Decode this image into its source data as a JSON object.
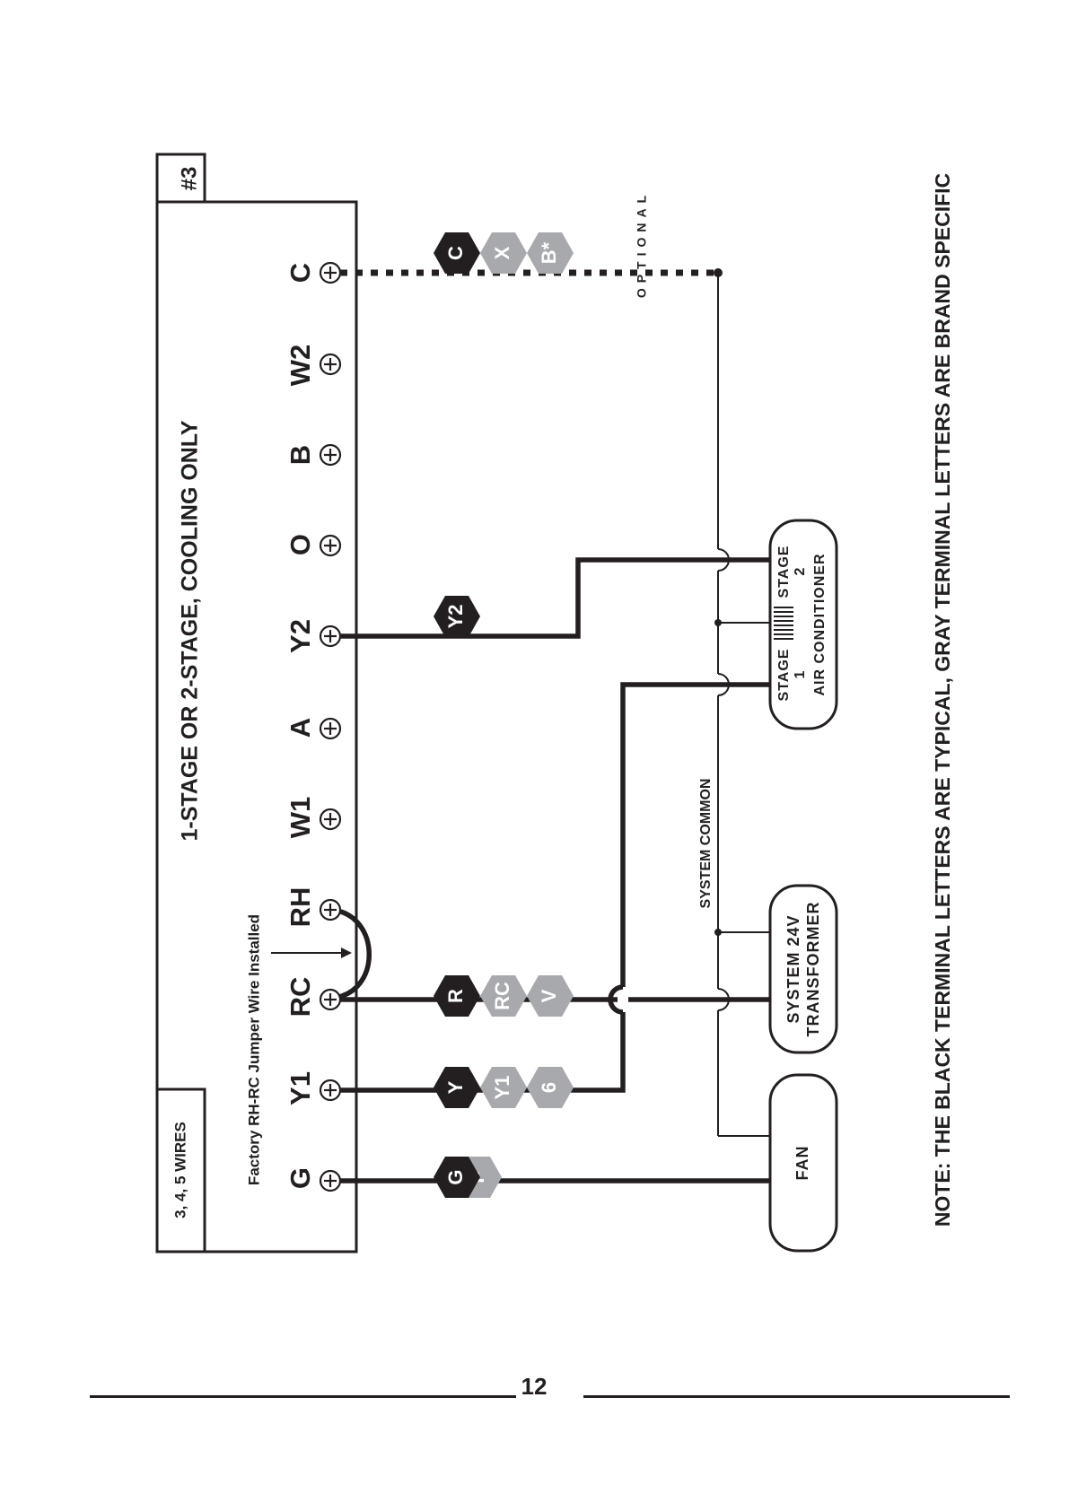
{
  "diagram": {
    "number": "#3",
    "title": "1-STAGE OR 2-STAGE, COOLING ONLY",
    "wire_count": "3, 4, 5 WIRES",
    "jumper_note": "Factory RH-RC Jumper Wire Installed",
    "terminals": [
      {
        "id": "G",
        "label": "G"
      },
      {
        "id": "Y1",
        "label": "Y1"
      },
      {
        "id": "RC",
        "label": "RC"
      },
      {
        "id": "RH",
        "label": "RH"
      },
      {
        "id": "W1",
        "label": "W1"
      },
      {
        "id": "A",
        "label": "A"
      },
      {
        "id": "Y2",
        "label": "Y2"
      },
      {
        "id": "O",
        "label": "O"
      },
      {
        "id": "B",
        "label": "B"
      },
      {
        "id": "W2",
        "label": "W2"
      },
      {
        "id": "C",
        "label": "C"
      }
    ],
    "wire_badges": {
      "G": {
        "black": "G",
        "gray": [
          "F"
        ]
      },
      "Y1": {
        "black": "Y",
        "gray": [
          "Y1",
          "6"
        ]
      },
      "RC": {
        "black": "R",
        "gray": [
          "RC",
          "V"
        ]
      },
      "Y2": {
        "black": "Y2",
        "gray": []
      },
      "C": {
        "black": "C",
        "gray": [
          "X",
          "B*"
        ]
      }
    },
    "optional_label": "OPTIONAL",
    "system_common_label": "SYSTEM COMMON",
    "equipment": {
      "fan": "FAN",
      "transformer_line1": "SYSTEM 24V",
      "transformer_line2": "TRANSFORMER",
      "ac_stage1_line1": "STAGE",
      "ac_stage1_line2": "1",
      "ac_stage2_line1": "STAGE",
      "ac_stage2_line2": "2",
      "ac_name": "AIR CONDITIONER"
    },
    "note": "NOTE: THE BLACK TERMINAL LETTERS ARE TYPICAL, GRAY TERMINAL LETTERS ARE BRAND SPECIFIC",
    "colors": {
      "black": "#231f20",
      "gray": "#a7a9ac"
    }
  },
  "footer": {
    "page_number": "12"
  }
}
